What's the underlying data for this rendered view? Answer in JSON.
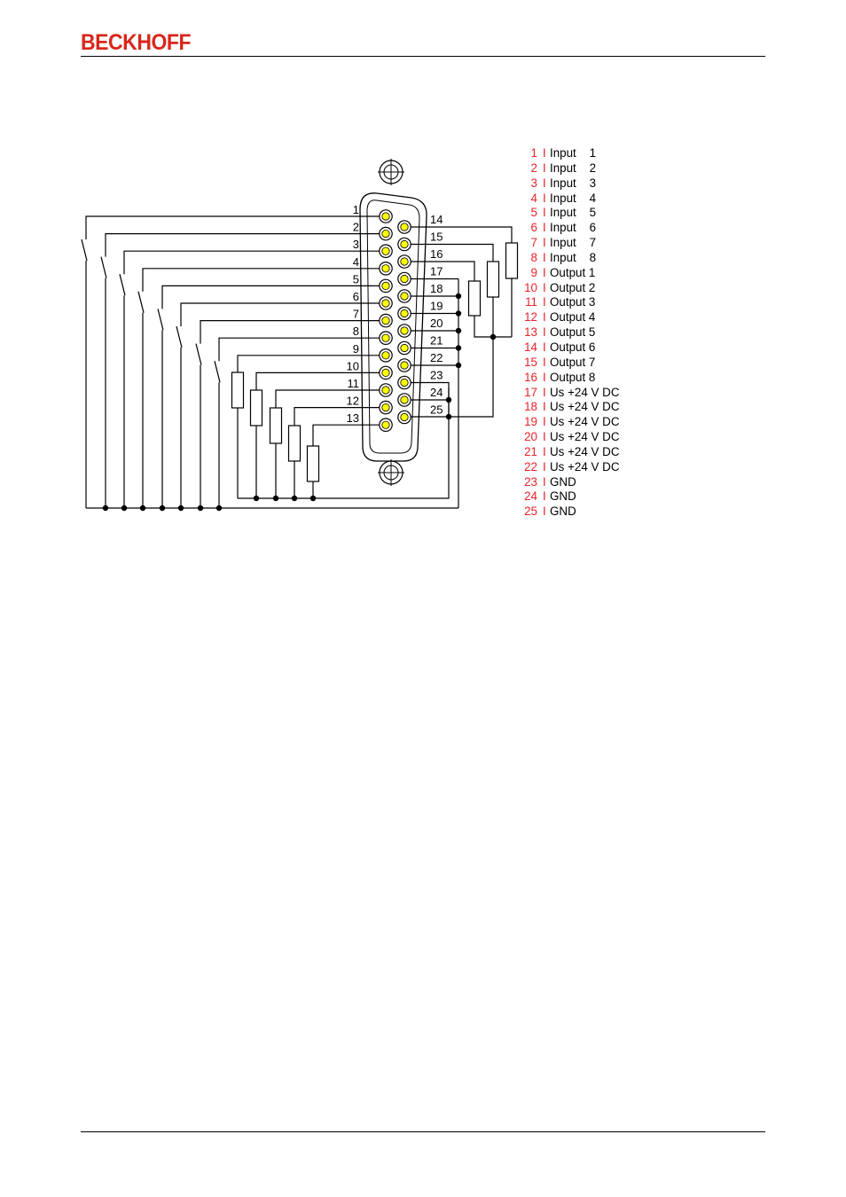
{
  "header": {
    "logo_text": "BECKHOFF"
  },
  "colors": {
    "brand": "#d9261c",
    "pin_number": "#e8232a",
    "pin_fill": "#ffff00"
  },
  "connector": {
    "left_pins": [
      "1",
      "2",
      "3",
      "4",
      "5",
      "6",
      "7",
      "8",
      "9",
      "10",
      "11",
      "12",
      "13"
    ],
    "right_pins": [
      "14",
      "15",
      "16",
      "17",
      "18",
      "19",
      "20",
      "21",
      "22",
      "23",
      "24",
      "25"
    ]
  },
  "legend": [
    {
      "num": "1",
      "sep": "I",
      "signal": "Input    1"
    },
    {
      "num": "2",
      "sep": "I",
      "signal": "Input    2"
    },
    {
      "num": "3",
      "sep": "I",
      "signal": "Input    3"
    },
    {
      "num": "4",
      "sep": "I",
      "signal": "Input    4"
    },
    {
      "num": "5",
      "sep": "I",
      "signal": "Input    5"
    },
    {
      "num": "6",
      "sep": "I",
      "signal": "Input    6"
    },
    {
      "num": "7",
      "sep": "I",
      "signal": "Input    7"
    },
    {
      "num": "8",
      "sep": "I",
      "signal": "Input    8"
    },
    {
      "num": "9",
      "sep": "I",
      "signal": "Output 1"
    },
    {
      "num": "10",
      "sep": "I",
      "signal": "Output 2"
    },
    {
      "num": "11",
      "sep": "I",
      "signal": "Output 3"
    },
    {
      "num": "12",
      "sep": "I",
      "signal": "Output 4"
    },
    {
      "num": "13",
      "sep": "I",
      "signal": "Output 5"
    },
    {
      "num": "14",
      "sep": "I",
      "signal": "Output 6"
    },
    {
      "num": "15",
      "sep": "I",
      "signal": "Output 7"
    },
    {
      "num": "16",
      "sep": "I",
      "signal": "Output 8"
    },
    {
      "num": "17",
      "sep": "I",
      "signal": "Us +24 V DC"
    },
    {
      "num": "18",
      "sep": "I",
      "signal": "Us +24 V DC"
    },
    {
      "num": "19",
      "sep": "I",
      "signal": "Us +24 V DC"
    },
    {
      "num": "20",
      "sep": "I",
      "signal": "Us +24 V DC"
    },
    {
      "num": "21",
      "sep": "I",
      "signal": "Us +24 V DC"
    },
    {
      "num": "22",
      "sep": "I",
      "signal": "Us +24 V DC"
    },
    {
      "num": "23",
      "sep": "I",
      "signal": "GND"
    },
    {
      "num": "24",
      "sep": "I",
      "signal": "GND"
    },
    {
      "num": "25",
      "sep": "I",
      "signal": "GND"
    }
  ]
}
